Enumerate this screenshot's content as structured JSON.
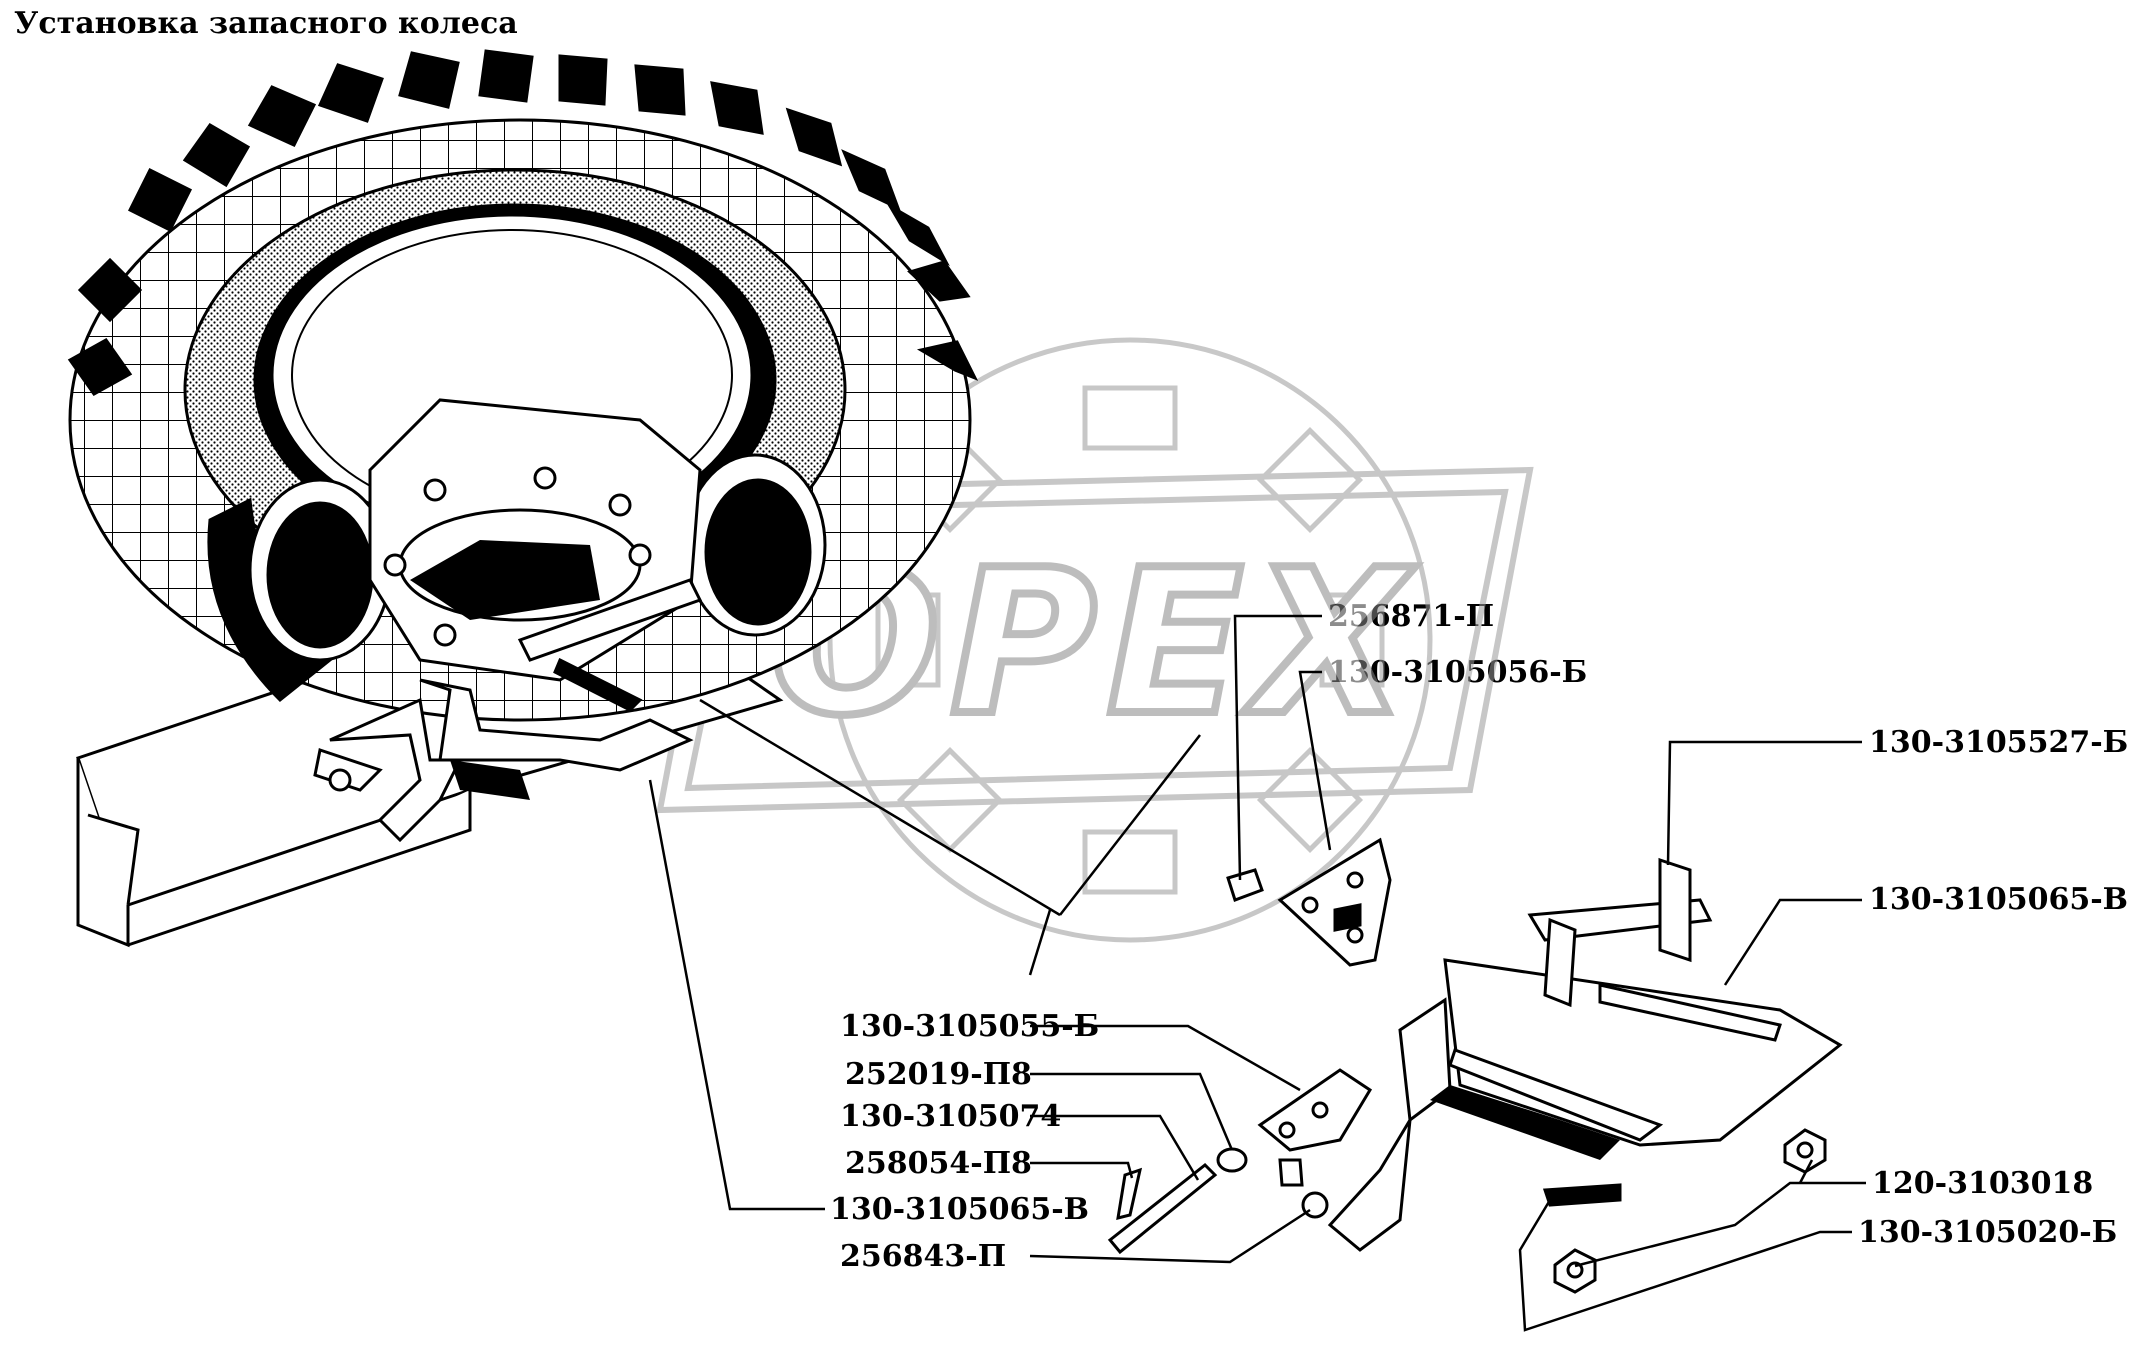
{
  "diagram": {
    "title": "Установка запасного колеса",
    "watermark_text": "OPEX",
    "callouts": [
      {
        "id": "c1",
        "label": "256871-П"
      },
      {
        "id": "c2",
        "label": "130-3105056-Б"
      },
      {
        "id": "c3",
        "label": "130-3105527-Б"
      },
      {
        "id": "c4",
        "label": "130-3105065-В"
      },
      {
        "id": "c5",
        "label": "130-3105055-Б"
      },
      {
        "id": "c6",
        "label": "252019-П8"
      },
      {
        "id": "c7",
        "label": "130-3105074"
      },
      {
        "id": "c8",
        "label": "258054-П8"
      },
      {
        "id": "c9",
        "label": "130-3105065-В"
      },
      {
        "id": "c10",
        "label": "120-3103018"
      },
      {
        "id": "c11",
        "label": "256843-П"
      },
      {
        "id": "c12",
        "label": "130-3105020-Б"
      }
    ],
    "colors": {
      "ink": "#000000",
      "watermark": "#bdbdbd",
      "paper": "#ffffff"
    }
  }
}
